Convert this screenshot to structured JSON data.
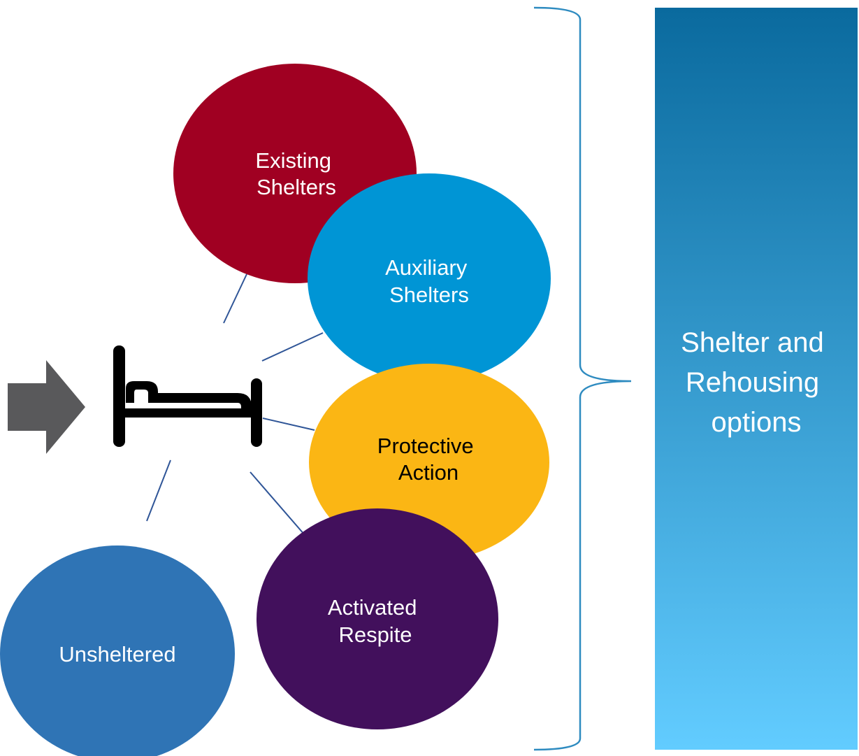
{
  "nodes": {
    "existing_shelters": {
      "line1": "Existing",
      "line2": "Shelters",
      "color": "#a00022",
      "text_color": "#ffffff"
    },
    "auxiliary_shelters": {
      "line1": "Auxiliary",
      "line2": "Shelters",
      "color": "#0095d5",
      "text_color": "#ffffff"
    },
    "protective_action": {
      "line1": "Protective",
      "line2": "Action",
      "color": "#fbb614",
      "text_color": "#000000"
    },
    "activated_respite": {
      "line1": "Activated",
      "line2": "Respite",
      "color": "#42105c",
      "text_color": "#ffffff"
    },
    "unsheltered": {
      "label": "Unsheltered",
      "color": "#2f74b5",
      "text_color": "#ffffff"
    }
  },
  "center": {
    "icon": "bed-icon",
    "arrow_icon": "arrow-right-icon",
    "arrow_color": "#59595b"
  },
  "connector_color": "#2f5597",
  "bracket_color": "#2e8bc0",
  "panel": {
    "line1": "Shelter and",
    "line2": "Rehousing",
    "line3": "options",
    "gradient_top": "#0a6a9e",
    "gradient_bottom": "#62ccff"
  }
}
